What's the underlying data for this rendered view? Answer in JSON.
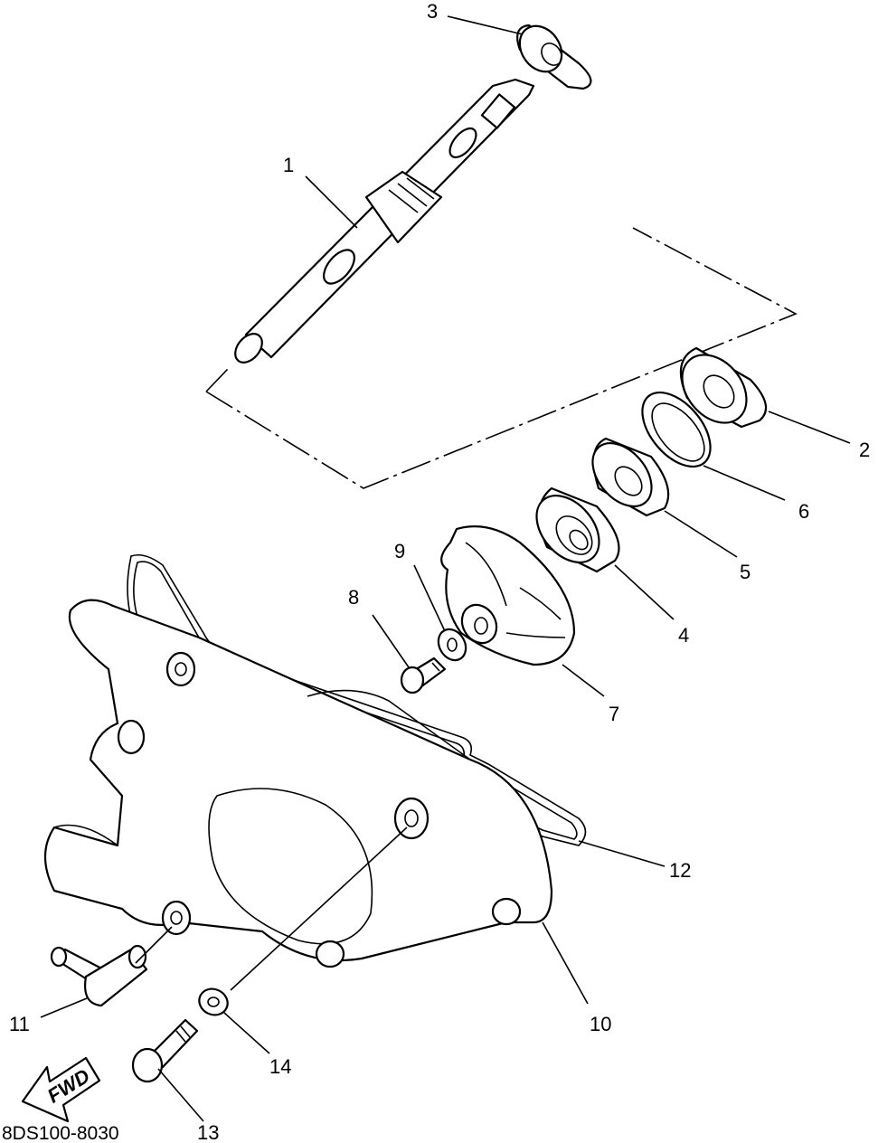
{
  "diagram": {
    "code": "8DS100-8030",
    "fwd_label": "FWD",
    "parts": [
      {
        "num": "1"
      },
      {
        "num": "2"
      },
      {
        "num": "3"
      },
      {
        "num": "4"
      },
      {
        "num": "5"
      },
      {
        "num": "6"
      },
      {
        "num": "7"
      },
      {
        "num": "8"
      },
      {
        "num": "9"
      },
      {
        "num": "10"
      },
      {
        "num": "11"
      },
      {
        "num": "12"
      },
      {
        "num": "13"
      },
      {
        "num": "14"
      }
    ]
  }
}
